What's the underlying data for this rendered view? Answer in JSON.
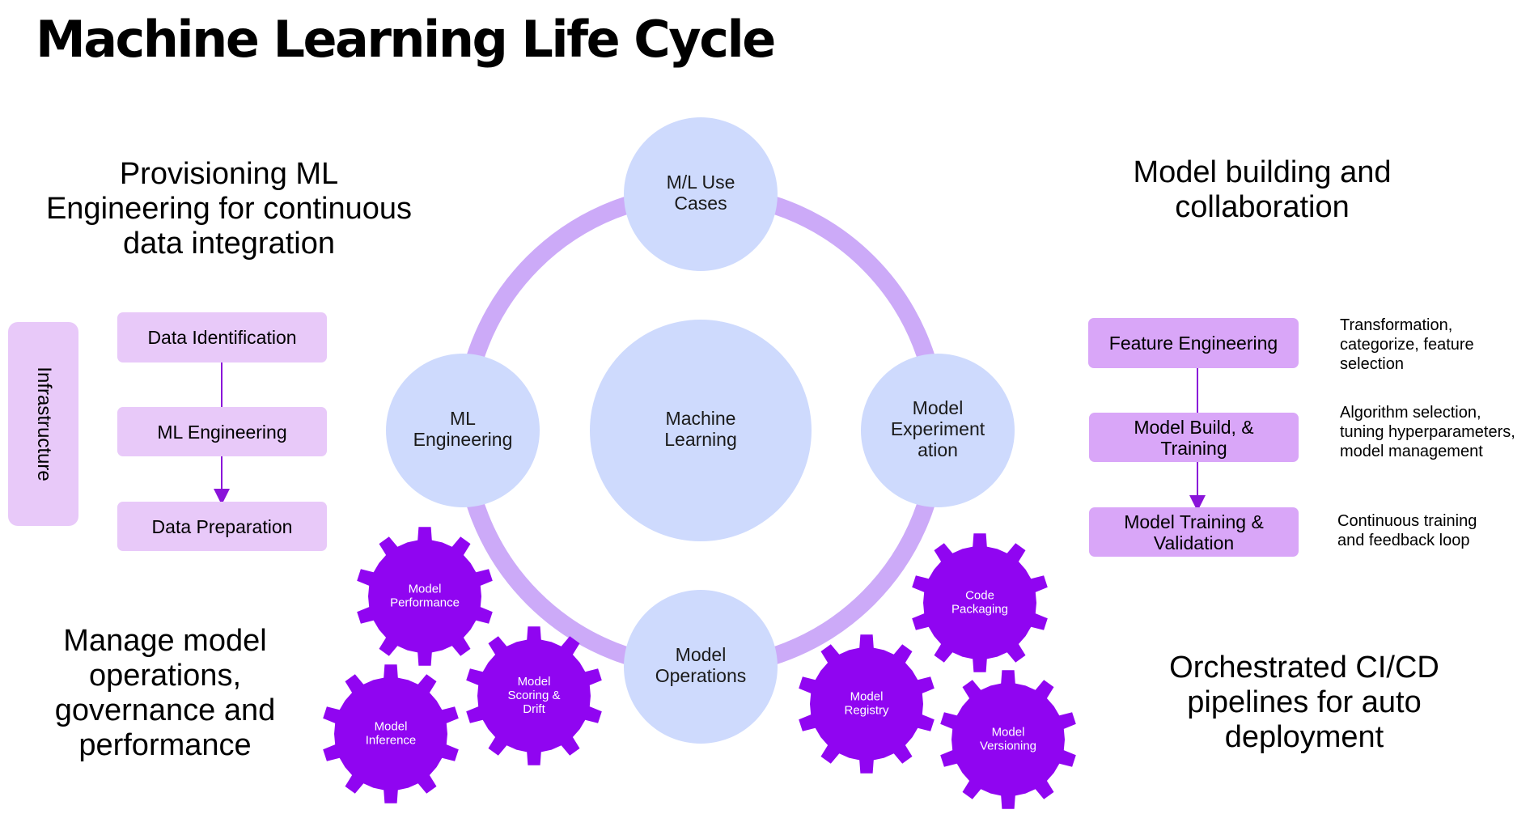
{
  "title": "Machine Learning Life Cycle",
  "colors": {
    "ring": "#ccaaf8",
    "circle": "#cedafd",
    "box": "#e8c9f9",
    "box_dark": "#d9a6f8",
    "gear": "#9005f1",
    "connector": "#8a14d9"
  },
  "headings": {
    "provisioning": [
      "Provisioning ML",
      "Engineering for continuous",
      "data integration"
    ],
    "model_building": [
      "Model building and",
      "collaboration"
    ],
    "manage": [
      "Manage model",
      "operations,",
      "governance and",
      "performance"
    ],
    "cicd": [
      "Orchestrated CI/CD",
      "pipelines for auto",
      "deployment"
    ]
  },
  "infrastructure_label": "Infrastructure",
  "left_steps": [
    "Data Identification",
    "ML Engineering",
    "Data Preparation"
  ],
  "right_steps": [
    [
      "Feature Engineering"
    ],
    [
      "Model Build, &",
      "Training"
    ],
    [
      "Model Training &",
      "Validation"
    ]
  ],
  "right_notes": [
    [
      "Transformation,",
      "categorize, feature",
      "selection"
    ],
    [
      "Algorithm selection,",
      "tuning hyperparameters,",
      "model management"
    ],
    [
      "Continuous training",
      "and feedback loop"
    ]
  ],
  "circles": {
    "center": [
      "Machine",
      "Learning"
    ],
    "top": [
      "M/L Use",
      "Cases"
    ],
    "left": [
      "ML",
      "Engineering"
    ],
    "right": [
      "Model",
      "Experiment",
      "ation"
    ],
    "bottom": [
      "Model",
      "Operations"
    ]
  },
  "gears": [
    [
      "Model",
      "Performance"
    ],
    [
      "Model",
      "Inference"
    ],
    [
      "Model",
      "Scoring &",
      "Drift"
    ],
    [
      "Code",
      "Packaging"
    ],
    [
      "Model",
      "Registry"
    ],
    [
      "Model",
      "Versioning"
    ]
  ]
}
